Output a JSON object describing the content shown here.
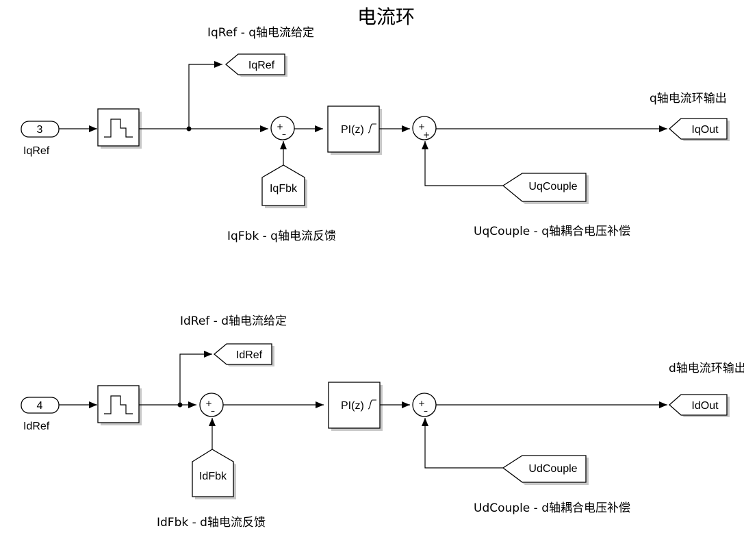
{
  "title": "电流环",
  "q_loop": {
    "inport": {
      "number": "3",
      "name": "IqRef"
    },
    "goto_ref": "IqRef",
    "goto_ref_note": "IqRef - q轴电流给定",
    "from_fbk": "IqFbk",
    "from_fbk_note": "IqFbk - q轴电流反馈",
    "pi_label": "PI(z)",
    "sum1_signs": [
      "+",
      "–"
    ],
    "sum2_signs": [
      "+",
      "+"
    ],
    "from_couple": "UqCouple",
    "from_couple_note": "UqCouple - q轴耦合电压补偿",
    "goto_out": "IqOut",
    "goto_out_note": "q轴电流环输出"
  },
  "d_loop": {
    "inport": {
      "number": "4",
      "name": "IdRef"
    },
    "goto_ref": "IdRef",
    "goto_ref_note": "IdRef - d轴电流给定",
    "from_fbk": "IdFbk",
    "from_fbk_note": "IdFbk - d轴电流反馈",
    "pi_label": "PI(z)",
    "sum1_signs": [
      "+",
      "–"
    ],
    "sum2_signs": [
      "+",
      "–"
    ],
    "from_couple": "UdCouple",
    "from_couple_note": "UdCouple - d轴耦合电压补偿",
    "goto_out": "IdOut",
    "goto_out_note": "d轴电流环输出"
  },
  "icons": {
    "zoh": "zero-order-hold-staircase-icon",
    "saturation": "saturation-icon"
  }
}
